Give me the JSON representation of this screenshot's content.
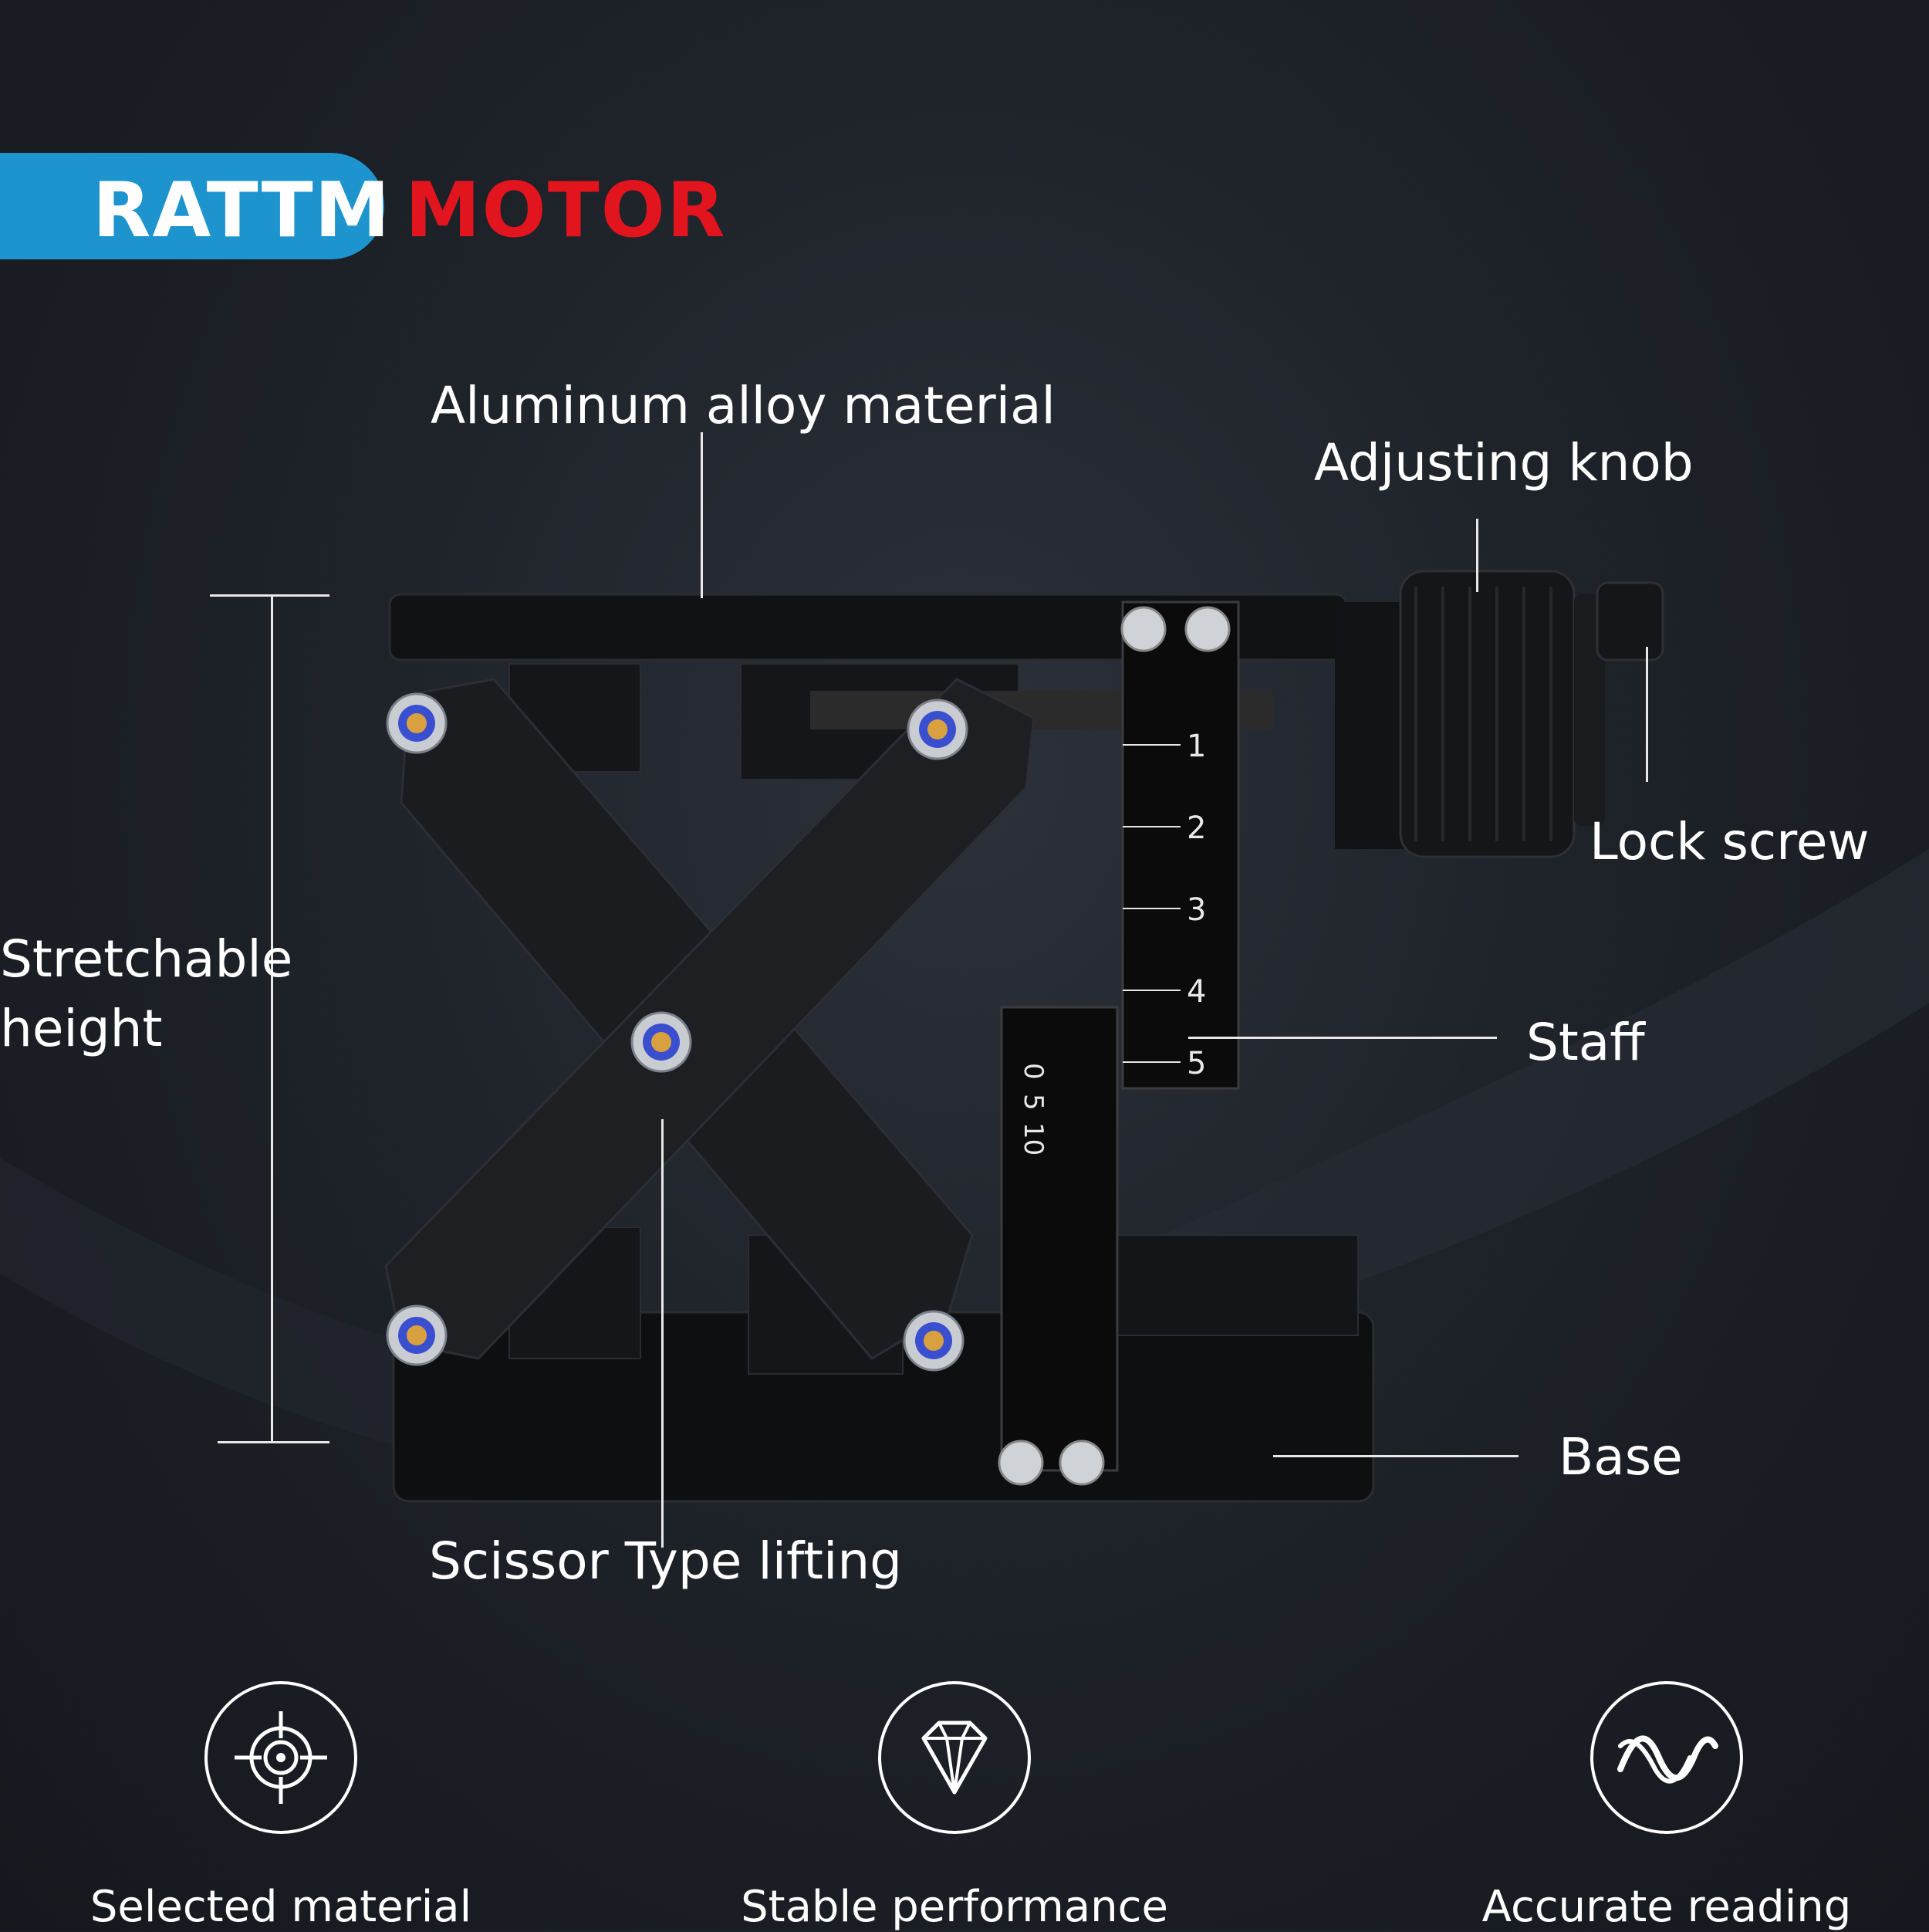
{
  "brand": {
    "name_left": "RATTM",
    "name_right": "MOTOR",
    "colors": {
      "pill": "#1e94cf",
      "motor_text": "#e2141e"
    }
  },
  "callouts": {
    "aluminum": "Aluminum alloy material",
    "knob": "Adjusting knob",
    "lock_screw": "Lock screw",
    "stretch_line1": "Stretchable",
    "stretch_line2": "height",
    "staff": "Staff",
    "base": "Base",
    "scissor": "Scissor Type lifting"
  },
  "scale": {
    "main_ticks": [
      "1",
      "2",
      "3",
      "4",
      "5"
    ],
    "vernier_ticks": [
      "0",
      "5",
      "10"
    ]
  },
  "features": [
    {
      "icon": "target-icon",
      "label": "Selected material"
    },
    {
      "icon": "diamond-icon",
      "label": "Stable performance"
    },
    {
      "icon": "wave-icon",
      "label": "Accurate reading"
    }
  ]
}
